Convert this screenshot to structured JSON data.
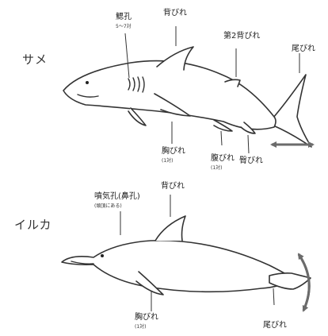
{
  "shark": {
    "name": "サメ",
    "gill_slit": "鰓孔",
    "gill_count": "5〜7対",
    "dorsal_fin": "背びれ",
    "second_dorsal_fin": "第2背びれ",
    "tail_fin": "尾びれ",
    "pectoral_fin": "胸びれ",
    "pectoral_count": "(1対)",
    "pelvic_fin": "腹びれ",
    "pelvic_count": "(1対)",
    "anal_fin": "臀びれ"
  },
  "dolphin": {
    "name": "イルカ",
    "blowhole": "噴気孔(鼻孔)",
    "blowhole_note": "(頭頂にある)",
    "dorsal_fin": "背びれ",
    "pectoral_fin": "胸びれ",
    "pectoral_count": "(1対)",
    "tail_fin": "尾びれ"
  },
  "colors": {
    "line": "#333333",
    "arrow": "#6b6b6b"
  },
  "icons": [
    "shark-illustration",
    "dolphin-illustration",
    "horizontal-double-arrow",
    "curved-double-arrow"
  ]
}
